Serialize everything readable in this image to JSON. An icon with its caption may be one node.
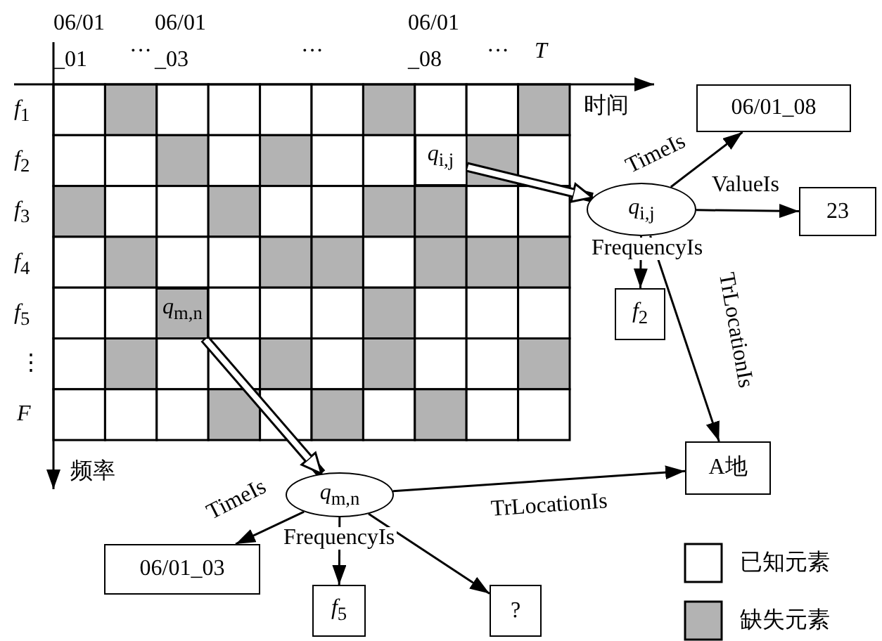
{
  "diagram": {
    "nodes": [
      {
        "text": [
          "*q*$_{i,j}$"
        ]
      },
      {
        "text": [
          "*q*$_{m,n}$"
        ]
      },
      {
        "text": [
          "*q*$_{i,j}$"
        ]
      },
      {
        "text": [
          "06/01_08"
        ]
      },
      {
        "text": [
          "23"
        ]
      },
      {
        "text": [
          "*f*$_{2}$"
        ]
      },
      {
        "text": [
          "A地"
        ]
      },
      {
        "text": [
          "*q*$_{m,n}$"
        ]
      },
      {
        "text": [
          "06/01_03"
        ]
      },
      {
        "text": [
          "*f*$_{5}$"
        ]
      },
      {
        "text": [
          "?"
        ]
      }
    ],
    "edges": [
      {
        "from": 0,
        "to": 2,
        "arrow": "to",
        "style": "thick"
      },
      {
        "from": 1,
        "to": 7,
        "arrow": "to",
        "style": "thick"
      },
      {
        "from": 2,
        "to": 3,
        "arrow": "to",
        "label": "TimeIs"
      },
      {
        "from": 2,
        "to": 4,
        "arrow": "to",
        "label": "ValueIs"
      },
      {
        "from": 2,
        "to": 5,
        "arrow": "to",
        "label": "FrequencyIs"
      },
      {
        "from": 2,
        "to": 6,
        "arrow": "to",
        "label": "TrLocationIs"
      },
      {
        "from": 7,
        "to": 8,
        "arrow": "to",
        "label": "TimeIs"
      },
      {
        "from": 7,
        "to": 9,
        "arrow": "to",
        "label": "FrequencyIs"
      },
      {
        "from": 7,
        "to": 10,
        "arrow": "to"
      },
      {
        "from": 7,
        "to": 6,
        "arrow": "to",
        "label": "TrLocationIs"
      }
    ],
    "labels": [
      "06/01 _01",
      "···",
      "06/01 _03",
      "···",
      "06/01 _08",
      "···",
      "T",
      "时间",
      "*f*$_{1}$",
      "*f*$_{2}$",
      "*f*$_{3}$",
      "*f*$_{4}$",
      "*f*$_{5}$",
      "⋮",
      "F",
      "频率"
    ],
    "legend": [
      {
        "text": "已知元素",
        "color": "#ffffff"
      },
      {
        "text": "缺失元素",
        "color": "#b3b3b3"
      }
    ]
  }
}
